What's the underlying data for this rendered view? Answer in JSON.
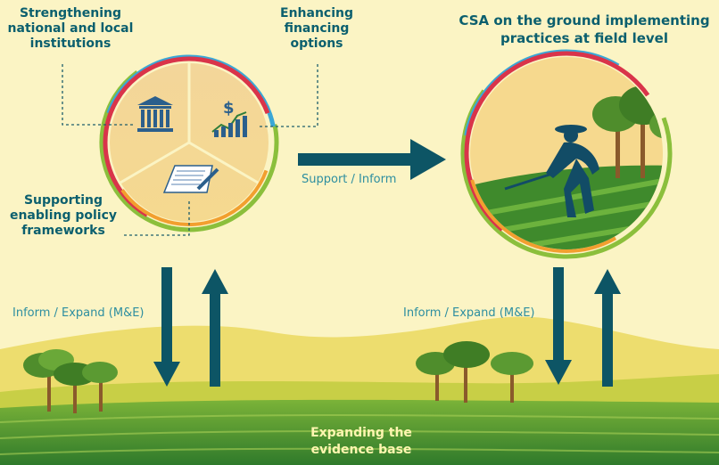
{
  "labels": {
    "institutions": "Strengthening national and local institutions",
    "financing": "Enhancing financing options",
    "policy": "Supporting enabling policy frameworks",
    "csa": "CSA on the ground implementing practices at field level",
    "support_inform": "Support / Inform",
    "inform_left": "Inform / Expand (M&E)",
    "inform_right": "Inform / Expand (M&E)",
    "evidence": "Expanding the evidence base"
  },
  "icons": {
    "left_circle": [
      "bank-icon",
      "dollar-chart-icon",
      "document-pen-icon"
    ],
    "right_circle": [
      "farmer-icon",
      "tree-icon"
    ]
  },
  "colors": {
    "text": "#0b5f6e",
    "arrow": "#0d5565",
    "background": "#fbf4c4",
    "circle_fill": "#f6d893",
    "field_green": "#5f9a2a"
  }
}
